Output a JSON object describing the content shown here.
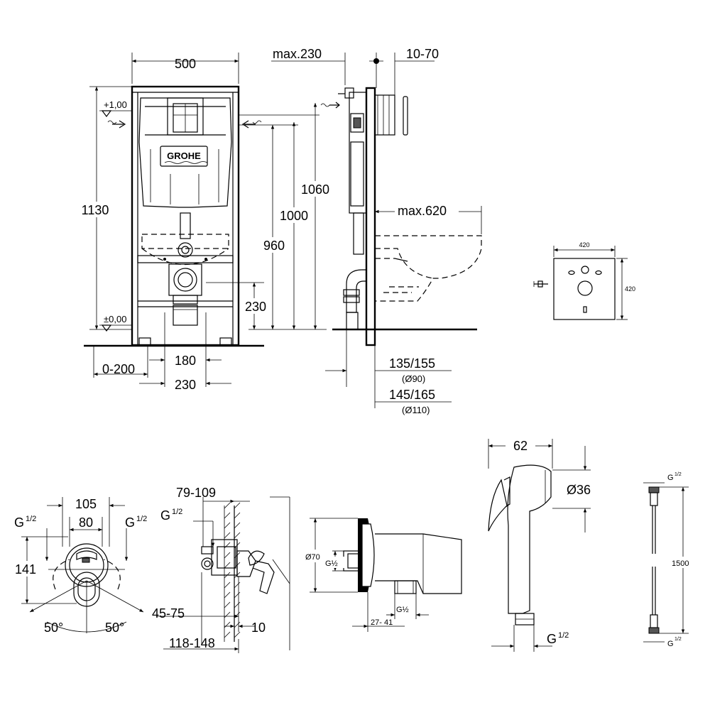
{
  "brand": "GROHE",
  "frame": {
    "width": "500",
    "height_total": "1130",
    "level_top": "+1,00",
    "level_zero": "±0,00",
    "h_1060": "1060",
    "h_1000": "1000",
    "h_960": "960",
    "h_230": "230",
    "d_0_200": "0-200",
    "d_180": "180",
    "d_230_bottom": "230"
  },
  "side": {
    "max230": "max.230",
    "r10_70": "10-70",
    "max620": "max.620",
    "d135_155": "135/155",
    "d90": "(Ø90)",
    "d145_165": "145/165",
    "d110": "(Ø110)"
  },
  "pad": {
    "width": "420",
    "height": "420"
  },
  "mixer": {
    "w105": "105",
    "w80": "80",
    "g_left": "G",
    "g_right": "G",
    "half": "1/2",
    "h141": "141",
    "angle_left": "50°",
    "angle_right": "50°"
  },
  "mixer_side": {
    "d79_109": "79-109",
    "g": "G",
    "half": "1/2",
    "d45_75": "45-75",
    "d10": "10",
    "d118_148": "118-148"
  },
  "elbow": {
    "d70": "Ø70",
    "g_half_left": "G½",
    "g_half_bottom": "G½",
    "d27_41": "27- 41"
  },
  "handshower": {
    "w62": "62",
    "d36": "Ø36",
    "g": "G",
    "half": "1/2"
  },
  "hose": {
    "g_top": "G",
    "g_bottom": "G",
    "half": "1/2",
    "length": "1500"
  }
}
